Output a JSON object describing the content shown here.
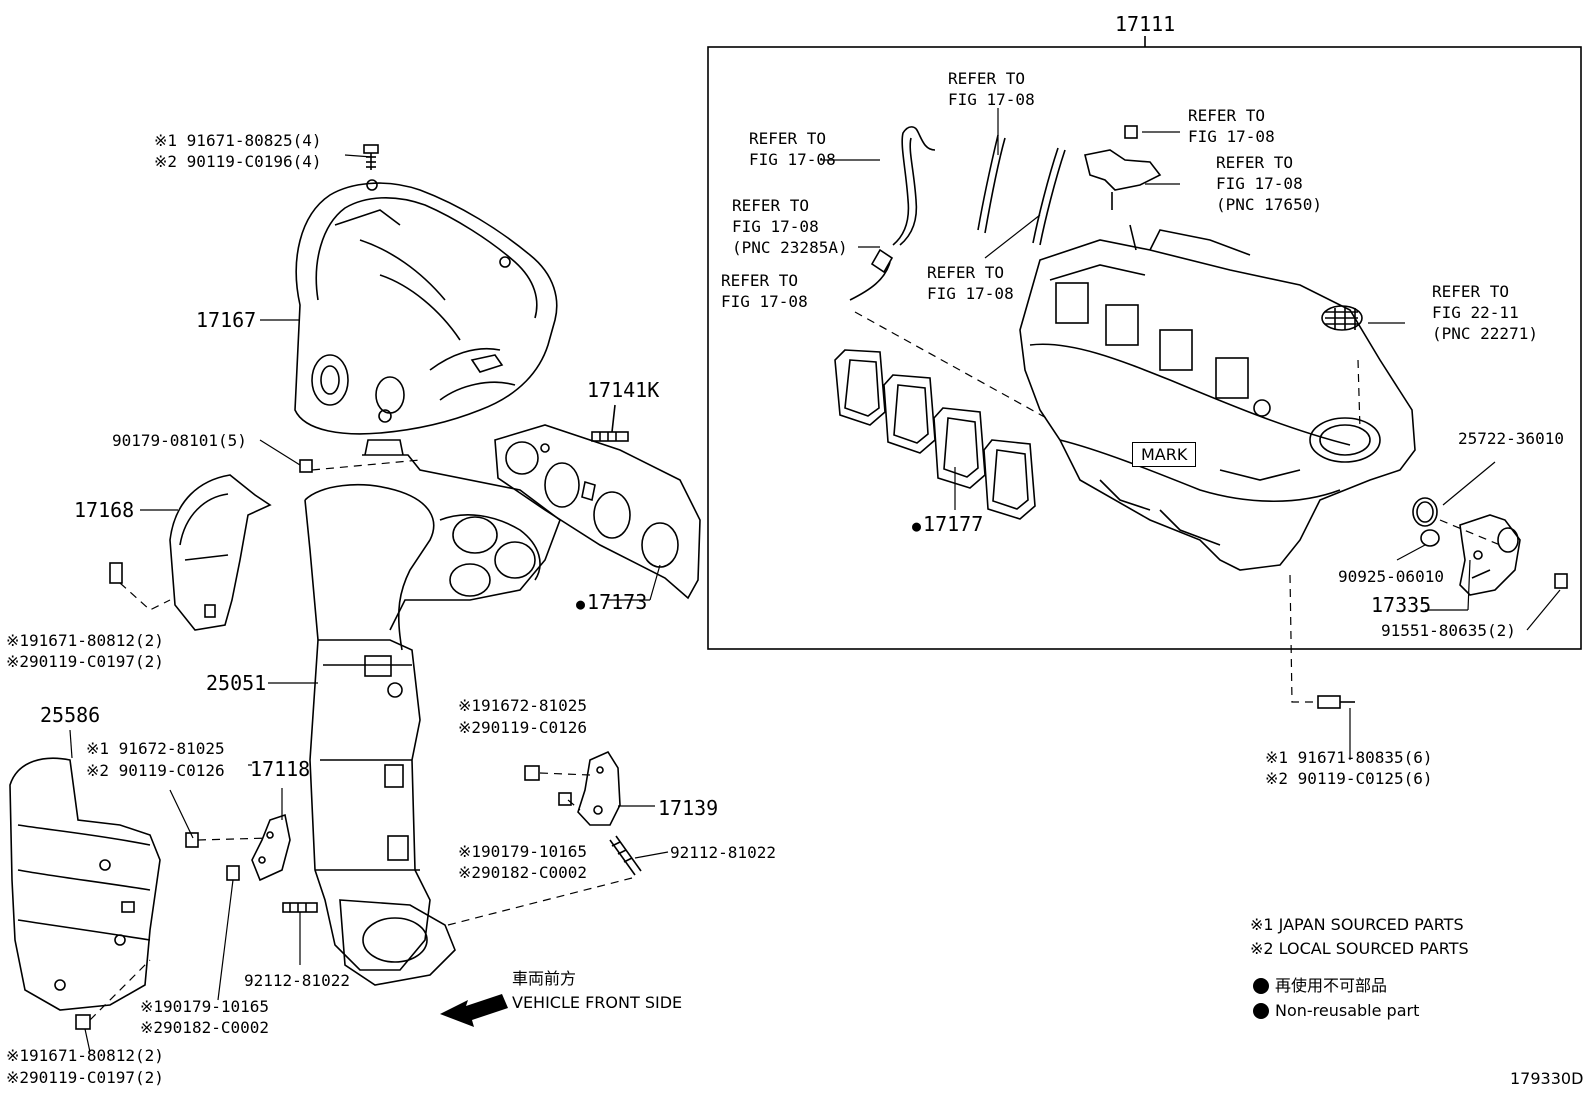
{
  "figure_id": "179330D",
  "intake_group": {
    "part_no": "17111"
  },
  "labels": {
    "l_91671_80825": "※1 91671-80825(4)",
    "l_90119_C0196": "※2 90119-C0196(4)",
    "l_17167": "17167",
    "l_90179_08101": "90179-08101(5)",
    "l_17141K": "17141K",
    "l_17168": "17168",
    "l_91671_80812a": "※191671-80812(2)",
    "l_90119_C0197a": "※290119-C0197(2)",
    "l_17173": "17173",
    "l_25051": "25051",
    "l_25586": "25586",
    "l_91672_81025a": "※1 91672-81025",
    "l_90119_C0126a": "※2 90119-C0126",
    "l_17118": "17118",
    "l_91672_81025b": "※191672-81025",
    "l_90119_C0126b": "※290119-C0126",
    "l_17139": "17139",
    "l_90179_10165a": "※190179-10165",
    "l_90182_C0002a": "※290182-C0002",
    "l_92112_81022a": "92112-81022",
    "l_92112_81022b": "92112-81022",
    "l_90179_10165b": "※190179-10165",
    "l_90182_C0002b": "※290182-C0002",
    "l_91671_80812b": "※191671-80812(2)",
    "l_90119_C0197b": "※290119-C0197(2)",
    "l_17177": "17177",
    "l_25722_36010": "25722-36010",
    "l_90925_06010": "90925-06010",
    "l_17335": "17335",
    "l_91551_80635": "91551-80635(2)",
    "l_91671_80835": "※1 91671-80835(6)",
    "l_90119_C0125": "※2 90119-C0125(6)",
    "mark": "MARK"
  },
  "refs": {
    "r1": "REFER TO\nFIG 17-08",
    "r2": "REFER TO\nFIG 17-08",
    "r3": "REFER TO\nFIG 17-08",
    "r4": "REFER TO\nFIG 17-08\n(PNC 17650)",
    "r5": "REFER TO\nFIG 17-08\n(PNC 23285A)",
    "r6": "REFER TO\nFIG 17-08",
    "r7": "REFER TO\nFIG 17-08",
    "r8": "REFER TO\nFIG 22-11\n(PNC 22271)"
  },
  "front": {
    "jp": "車両前方",
    "en": "VEHICLE FRONT SIDE"
  },
  "legend": {
    "japan": "※1 JAPAN SOURCED PARTS",
    "local": "※2 LOCAL SOURCED PARTS",
    "nonreuse_jp": "再使用不可部品",
    "nonreuse_en": "Non-reusable part"
  }
}
